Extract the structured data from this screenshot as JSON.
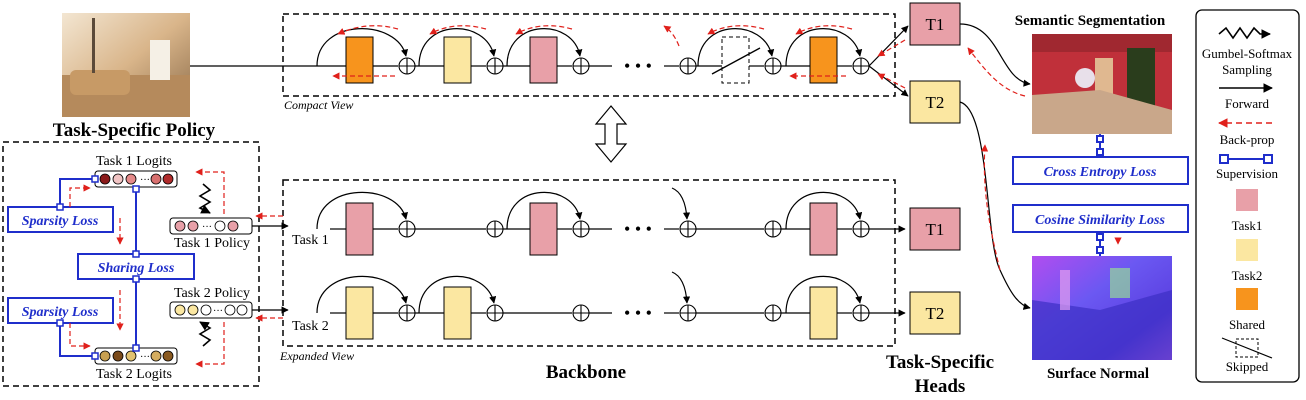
{
  "colors": {
    "task1": "#e8a0a8",
    "task2": "#fbe7a1",
    "shared": "#f7941d",
    "blue": "#1f2ecb",
    "red": "#e0201b",
    "black": "#000000"
  },
  "policy_section": {
    "title": "Task-Specific Policy",
    "task1_logits": "Task 1 Logits",
    "task2_logits": "Task 2 Logits",
    "task1_policy": "Task 1 Policy",
    "task2_policy": "Task 2 Policy",
    "sparsity_loss": "Sparsity Loss",
    "sharing_loss": "Sharing Loss"
  },
  "backbone_section": {
    "compact_view": "Compact View",
    "expanded_view": "Expanded View",
    "backbone_label": "Backbone",
    "task1_row": "Task 1",
    "task2_row": "Task 2"
  },
  "heads": {
    "t1": "T1",
    "t2": "T2",
    "label_line1": "Task-Specific",
    "label_line2": "Heads"
  },
  "outputs": {
    "semantic_segmentation": "Semantic Segmentation",
    "surface_normal": "Surface Normal",
    "cross_entropy_loss": "Cross Entropy Loss",
    "cosine_similarity_loss": "Cosine Similarity Loss"
  },
  "legend": {
    "gumbel_line1": "Gumbel-Softmax",
    "gumbel_line2": "Sampling",
    "forward": "Forward",
    "back_prop": "Back-prop",
    "supervision": "Supervision",
    "task1": "Task1",
    "task2": "Task2",
    "shared": "Shared",
    "skipped": "Skipped"
  }
}
